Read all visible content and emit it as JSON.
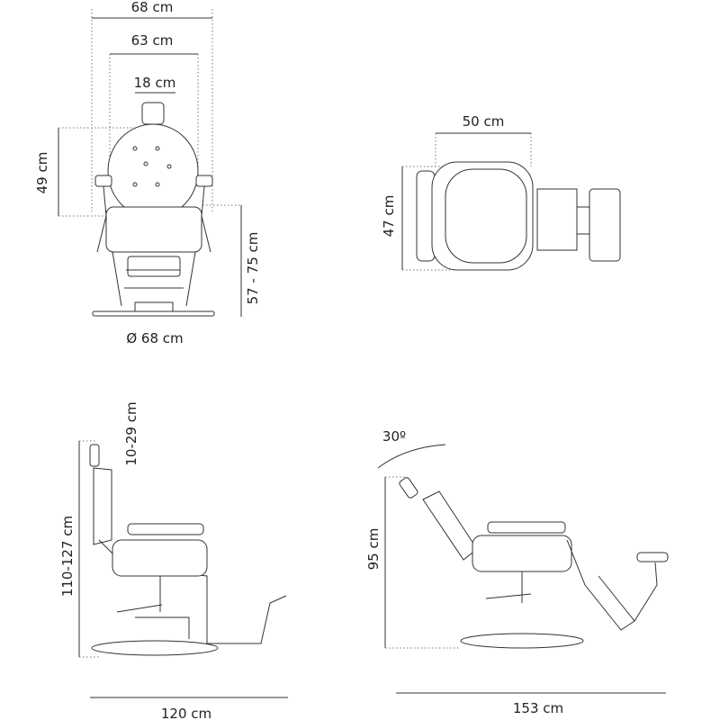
{
  "front_view": {
    "width_outer": "68 cm",
    "width_inner": "63 cm",
    "headrest_width": "18 cm",
    "backrest_height": "49 cm",
    "seat_height": "57 - 75 cm",
    "base_diameter": "Ø 68 cm"
  },
  "top_view": {
    "seat_width": "50 cm",
    "seat_depth": "47 cm"
  },
  "side_view": {
    "headrest_adjust": "10-29 cm",
    "total_height": "110-127 cm",
    "total_length": "120 cm"
  },
  "reclined_view": {
    "recline_angle": "30º",
    "height": "95 cm",
    "length": "153 cm"
  }
}
